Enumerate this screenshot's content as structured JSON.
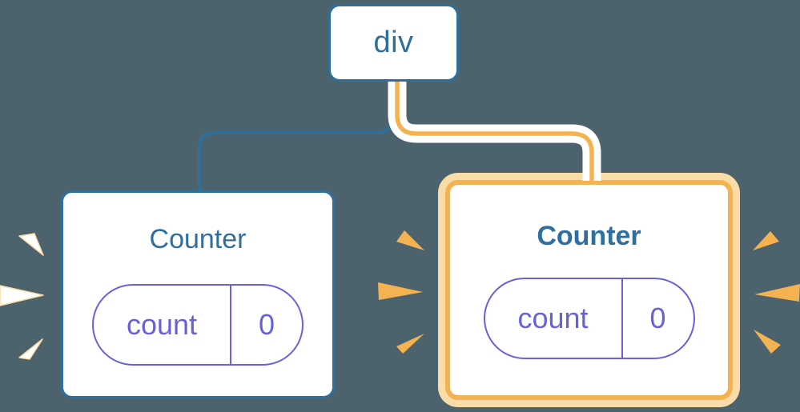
{
  "diagram": {
    "root_node": {
      "label": "div"
    },
    "nodes": [
      {
        "id": "left",
        "label": "Counter",
        "state_key": "count",
        "state_value": "0",
        "highlighted": false
      },
      {
        "id": "right",
        "label": "Counter",
        "state_key": "count",
        "state_value": "0",
        "highlighted": true
      }
    ],
    "colors": {
      "background": "#4C636E",
      "blue": "#2F6F9D",
      "purple": "#6762D9",
      "orange": "#F5B251",
      "orange_light": "#FADCA8",
      "node_fill": "#FFFFFF"
    }
  }
}
